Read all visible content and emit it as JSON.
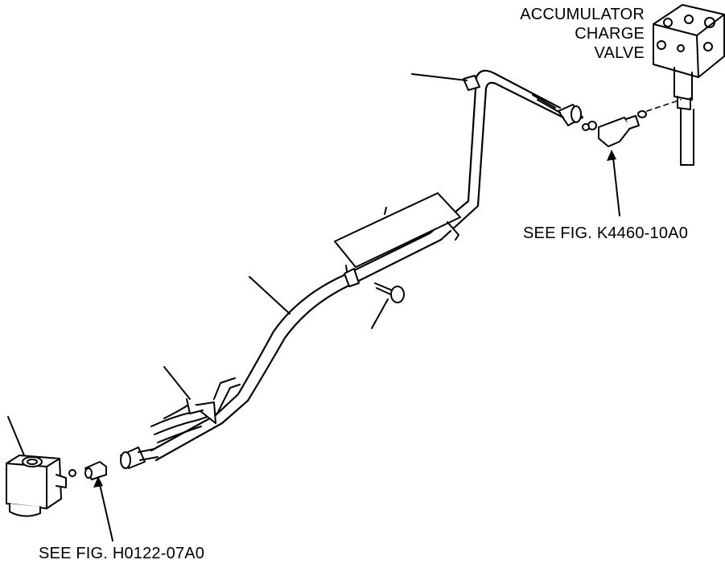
{
  "labels": {
    "accumulator_line1": "ACCUMULATOR",
    "accumulator_line2": "CHARGE",
    "accumulator_line3": "VALVE",
    "see_fig_right": "SEE FIG. K4460-10A0",
    "see_fig_bottom": "SEE FIG. H0122-07A0"
  },
  "colors": {
    "ink": "#000000",
    "paper": "#ffffff"
  }
}
